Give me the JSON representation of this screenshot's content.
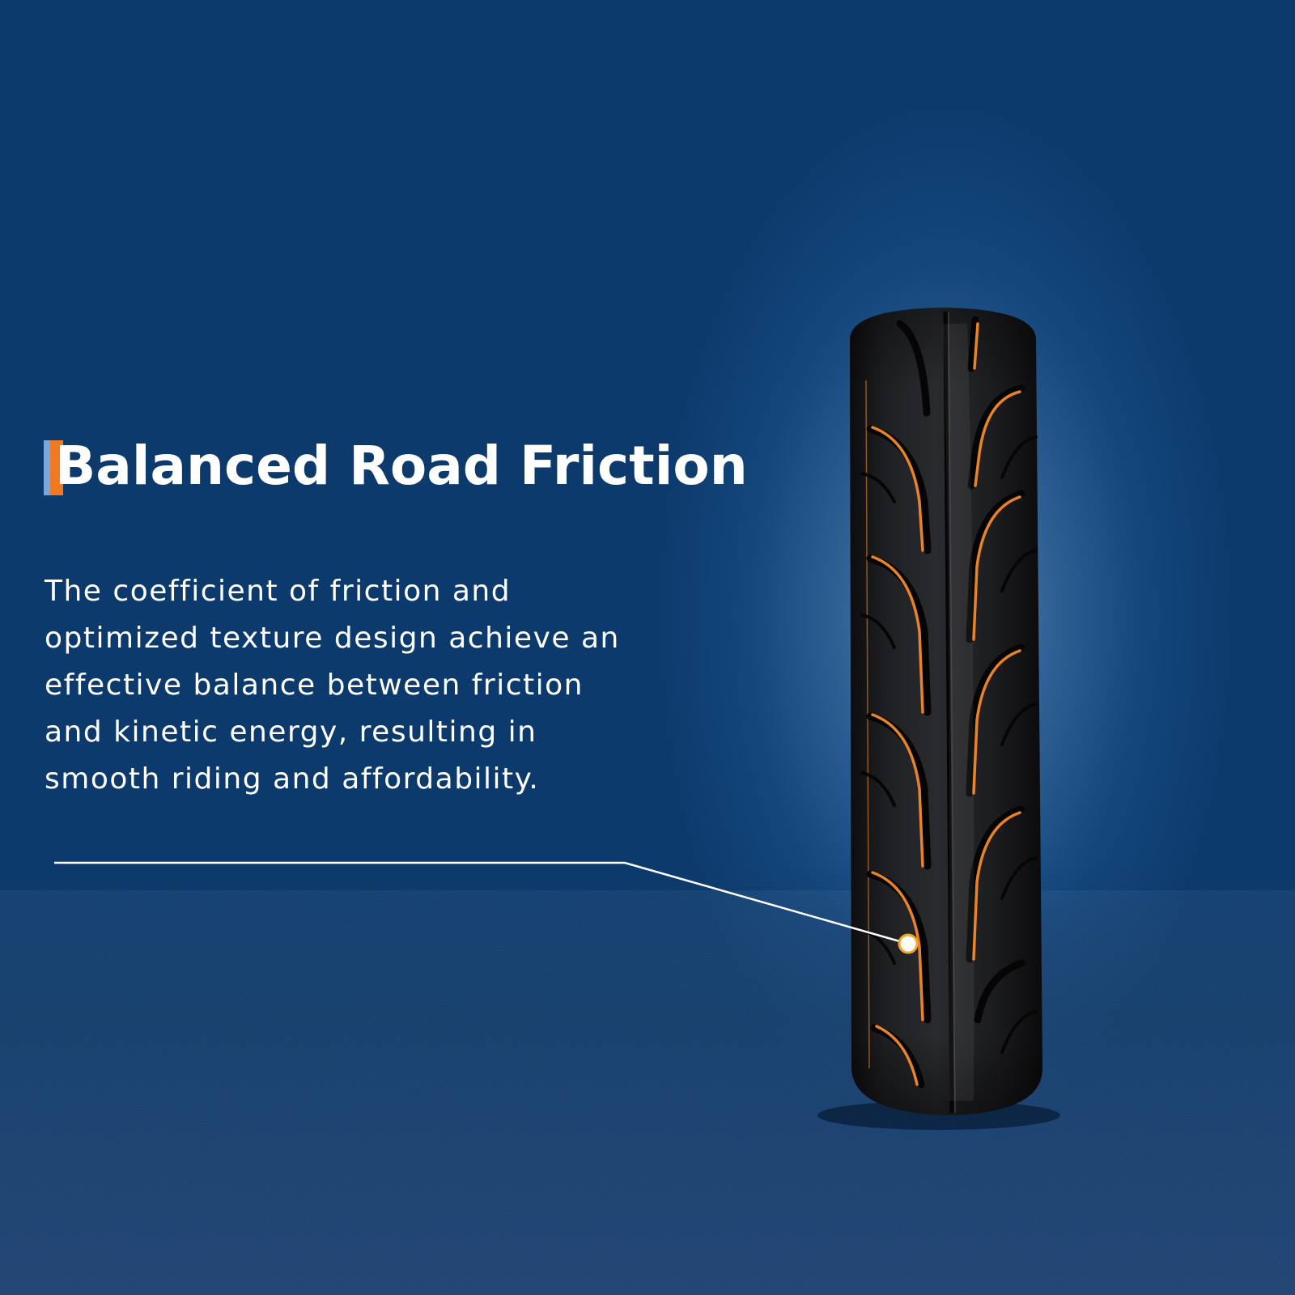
{
  "heading": {
    "title": "Balanced Road Friction",
    "accent_colors": {
      "blue": "#7aa6de",
      "orange": "#f07a22"
    }
  },
  "description": {
    "lines": [
      "The coefficient of friction and",
      "optimized texture design achieve an",
      "effective balance between friction",
      "and kinetic energy, resulting in",
      "smooth riding and affordability."
    ]
  },
  "product": {
    "image": "tire-image",
    "tread_accent_color": "#e8832a",
    "callout_dot_color": "#f5a623"
  },
  "colors": {
    "background": "#0c3a6c",
    "glow": "#5f8fbc",
    "text": "#ffffff"
  }
}
